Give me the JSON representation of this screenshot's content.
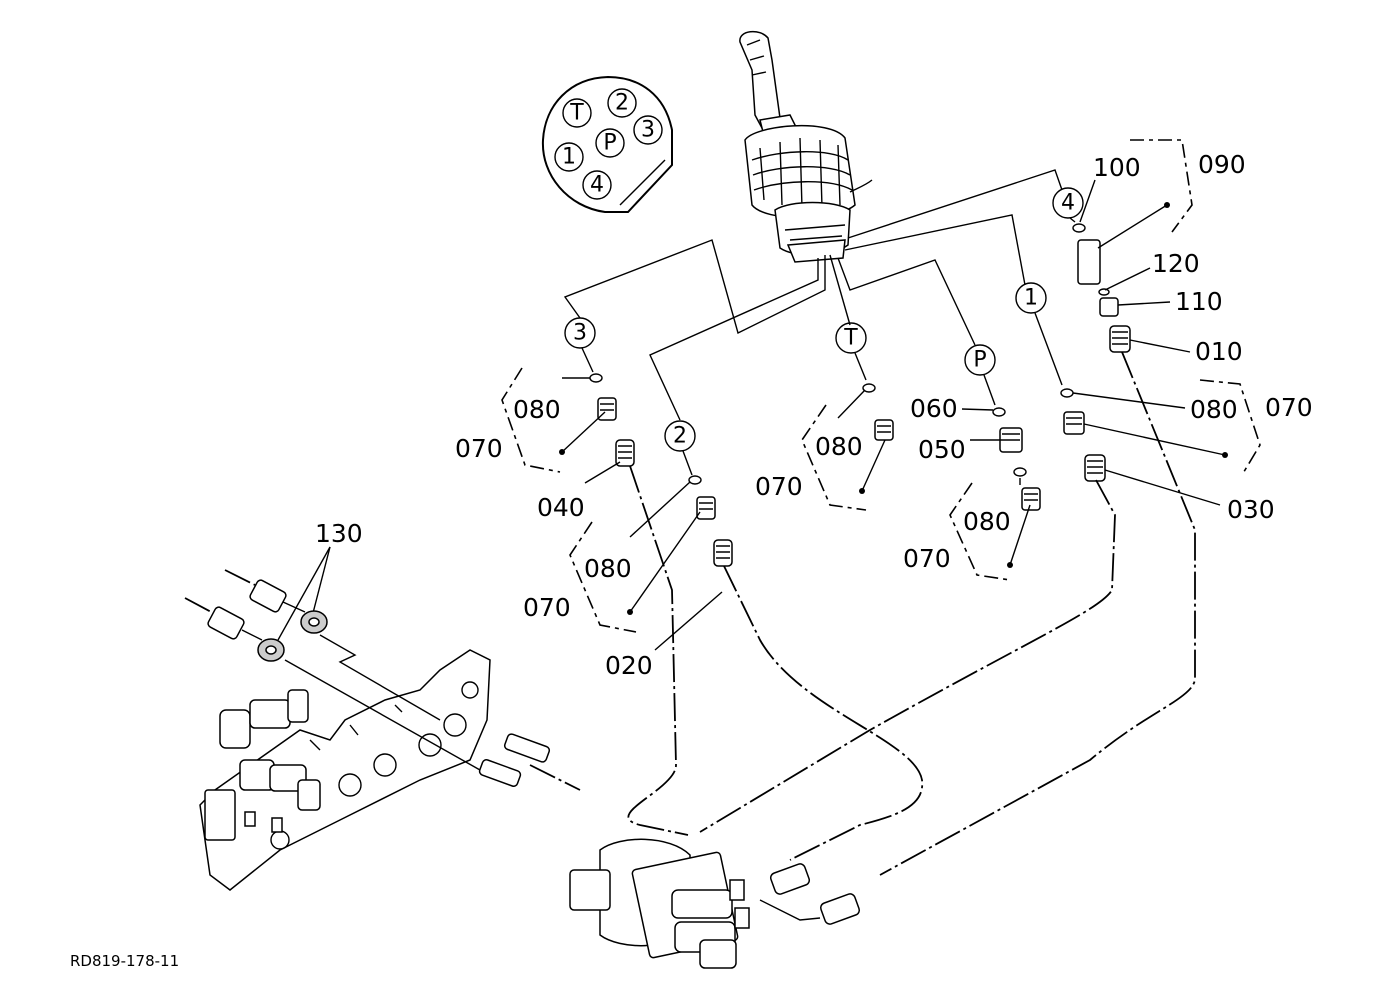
{
  "diagram": {
    "drawing_code": "RD819-178-11",
    "port_map": [
      "T",
      "2",
      "3",
      "P",
      "1",
      "4"
    ],
    "port_circles": [
      "3",
      "2",
      "T",
      "P",
      "1",
      "4"
    ],
    "part_labels": [
      "100",
      "090",
      "120",
      "110",
      "010",
      "080",
      "070",
      "030",
      "060",
      "050",
      "080",
      "070",
      "080",
      "070",
      "080",
      "070",
      "040",
      "080",
      "070",
      "020",
      "130"
    ]
  }
}
